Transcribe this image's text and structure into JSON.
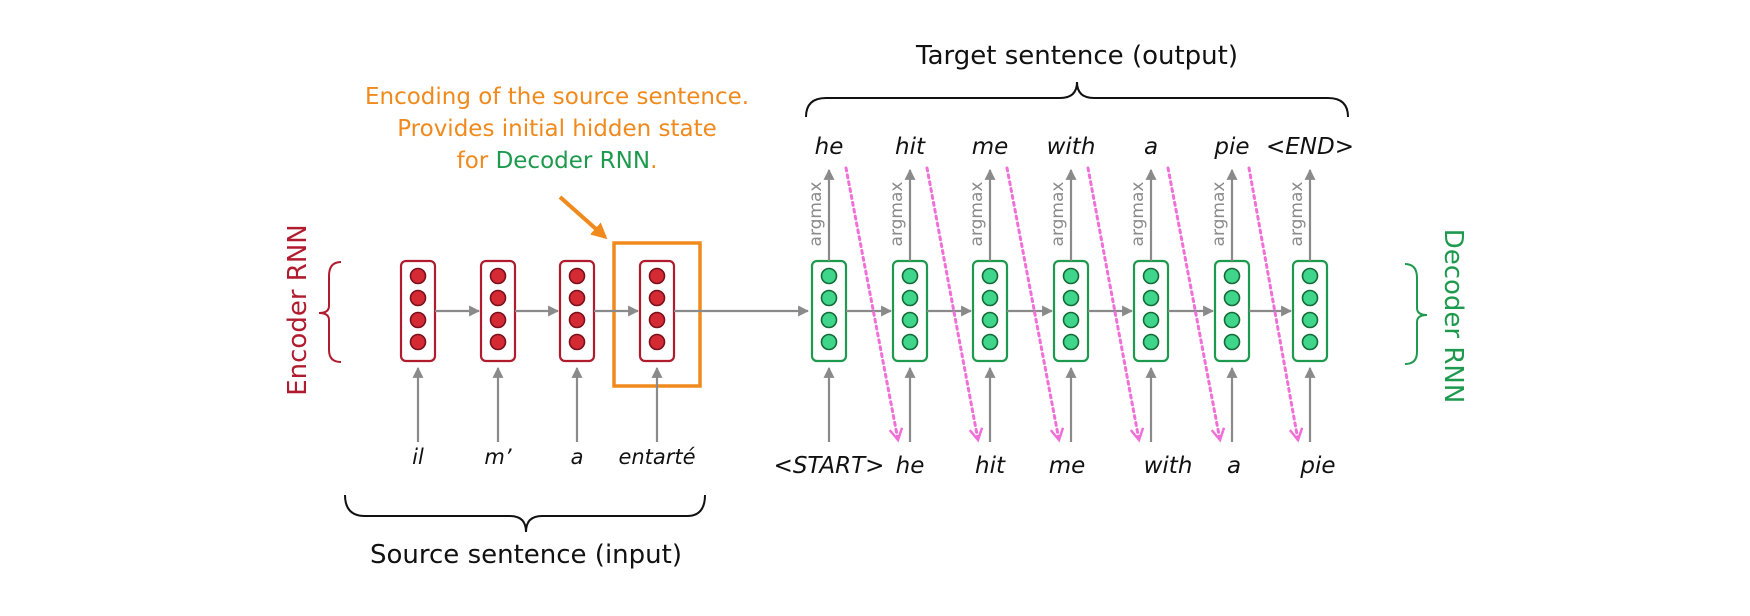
{
  "diagram": {
    "target_title": "Target sentence (output)",
    "source_title": "Source sentence (input)",
    "encoder_label": "Encoder RNN",
    "decoder_label": "Decoder RNN",
    "annotation": {
      "line1": "Encoding of the source sentence.",
      "line2": "Provides initial hidden state",
      "line3_prefix": "for ",
      "line3_highlight": "Decoder RNN",
      "line3_suffix": "."
    },
    "argmax_label": "argmax",
    "source_words": [
      "il",
      "m’",
      "a",
      "entarté"
    ],
    "decoder_inputs": [
      "<START>",
      "he",
      "hit",
      "me",
      "with",
      "a",
      "pie"
    ],
    "decoder_outputs": [
      "he",
      "hit",
      "me",
      "with",
      "a",
      "pie",
      "<END>"
    ],
    "colors": {
      "encoder": "#b01c2e",
      "encoder_dot": "#d42a34",
      "decoder": "#1e9a4e",
      "decoder_dot": "#3fd58a",
      "highlight_box": "#f08a1c",
      "annotation_text": "#f08a1c",
      "feed_arrow": "#f070d8",
      "connector": "#8a8a8a",
      "text": "#111111"
    }
  }
}
